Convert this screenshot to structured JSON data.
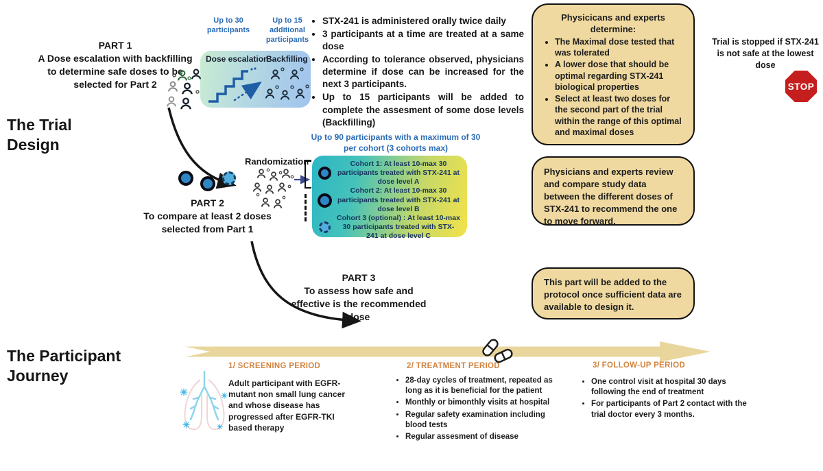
{
  "headings": {
    "trial_design": "The Trial Design",
    "participant_journey": "The Participant Journey"
  },
  "part1": {
    "title": "PART 1",
    "description": "A Dose escalation with backfilling to determine safe doses to be selected for Part 2"
  },
  "part2": {
    "title": "PART 2",
    "description": "To compare at least 2 doses selected from Part 1"
  },
  "part3": {
    "title": "PART 3",
    "description": "To assess how safe and effective is the recommended dose"
  },
  "escalation": {
    "label_up30": "Up to 30 participants",
    "label_up15": "Up to 15 additional participants",
    "dose_escalation_label": "Dose escalation",
    "backfilling_label": "Backfilling"
  },
  "main_bullets": [
    "STX-241 is administered orally twice daily",
    "3 participants at a time are treated at a same dose",
    "According to tolerance observed, physicians determine if dose can be increased for the next 3 participants.",
    "Up to 15 participants will be added to complete the assesment of some dose levels (Backfilling)"
  ],
  "experts_box1": {
    "title": "Physicicans and experts determine:",
    "bullets": [
      "The Maximal dose tested that was tolerated",
      "A lower dose that should be optimal regarding STX-241 biological properties",
      "Select at least two doses for the second part of the trial within the range of this optimal and maximal doses"
    ]
  },
  "stop_note": {
    "text": "Trial is stopped if STX-241 is not safe at the lowest dose",
    "stop_sign": "STOP"
  },
  "randomization": {
    "label": "Randomization"
  },
  "cohort_section": {
    "heading": "Up to 90 participants with a maximum of 30 per cohort (3 cohorts max)",
    "cohorts": [
      {
        "text": "Cohort 1: At least 10-max 30 participants treated with STX-241 at dose level A"
      },
      {
        "text": "Cohort 2: At least 10-max 30 participants treated with STX-241 at dose level B"
      },
      {
        "text": "Cohort 3 (optional) : At least 10-max 30 participants treated with STX-241 at dose level C"
      }
    ]
  },
  "experts_box2": {
    "text": "Physicians and experts review and compare study data between the different doses of STX-241 to recommend the one to move forward."
  },
  "part3_box": {
    "text": "This part will be added to the protocol once sufficient data are available to design it."
  },
  "journey": {
    "periods": [
      {
        "heading": "1/ SCREENING PERIOD",
        "paragraph": "Adult participant with EGFR-mutant non small lung cancer and whose disease has progressed after EGFR-TKI based therapy"
      },
      {
        "heading": "2/ TREATMENT PERIOD",
        "bullets": [
          "28-day cycles of treatment, repeated as long as it is beneficial for the patient",
          "Monthly or bimonthly visits at hospital",
          "Regular safety examination including blood tests",
          "Regular assesment of disease"
        ]
      },
      {
        "heading": "3/ FOLLOW-UP PERIOD",
        "bullets": [
          "One control visit at hospital 30 days following the end of treatment",
          "For participants of Part 2 contact with the trial doctor every 3 months."
        ]
      }
    ]
  },
  "icons": {
    "stop": "stop-octagon",
    "stairs": "dose-escalation-stairs",
    "person": "person-outline",
    "pills": "two-capsules",
    "lungs": "lungs-with-virus"
  },
  "colors": {
    "accent_blue": "#2a6bb5",
    "navy_text": "#16355e",
    "tan_box_bg": "#efd9a0",
    "timeline_tan": "#e9d69c",
    "orange_heading": "#d2833f",
    "stop_red": "#c41e1e",
    "cohort_teal": "#2cb6c6",
    "cohort_yellow": "#f1e24b",
    "escalation_green": "#c9ecd2",
    "escalation_blue": "#9fc3ee",
    "stairs_blue": "#1e5ea5",
    "circle_blue": "#2e86c5"
  }
}
